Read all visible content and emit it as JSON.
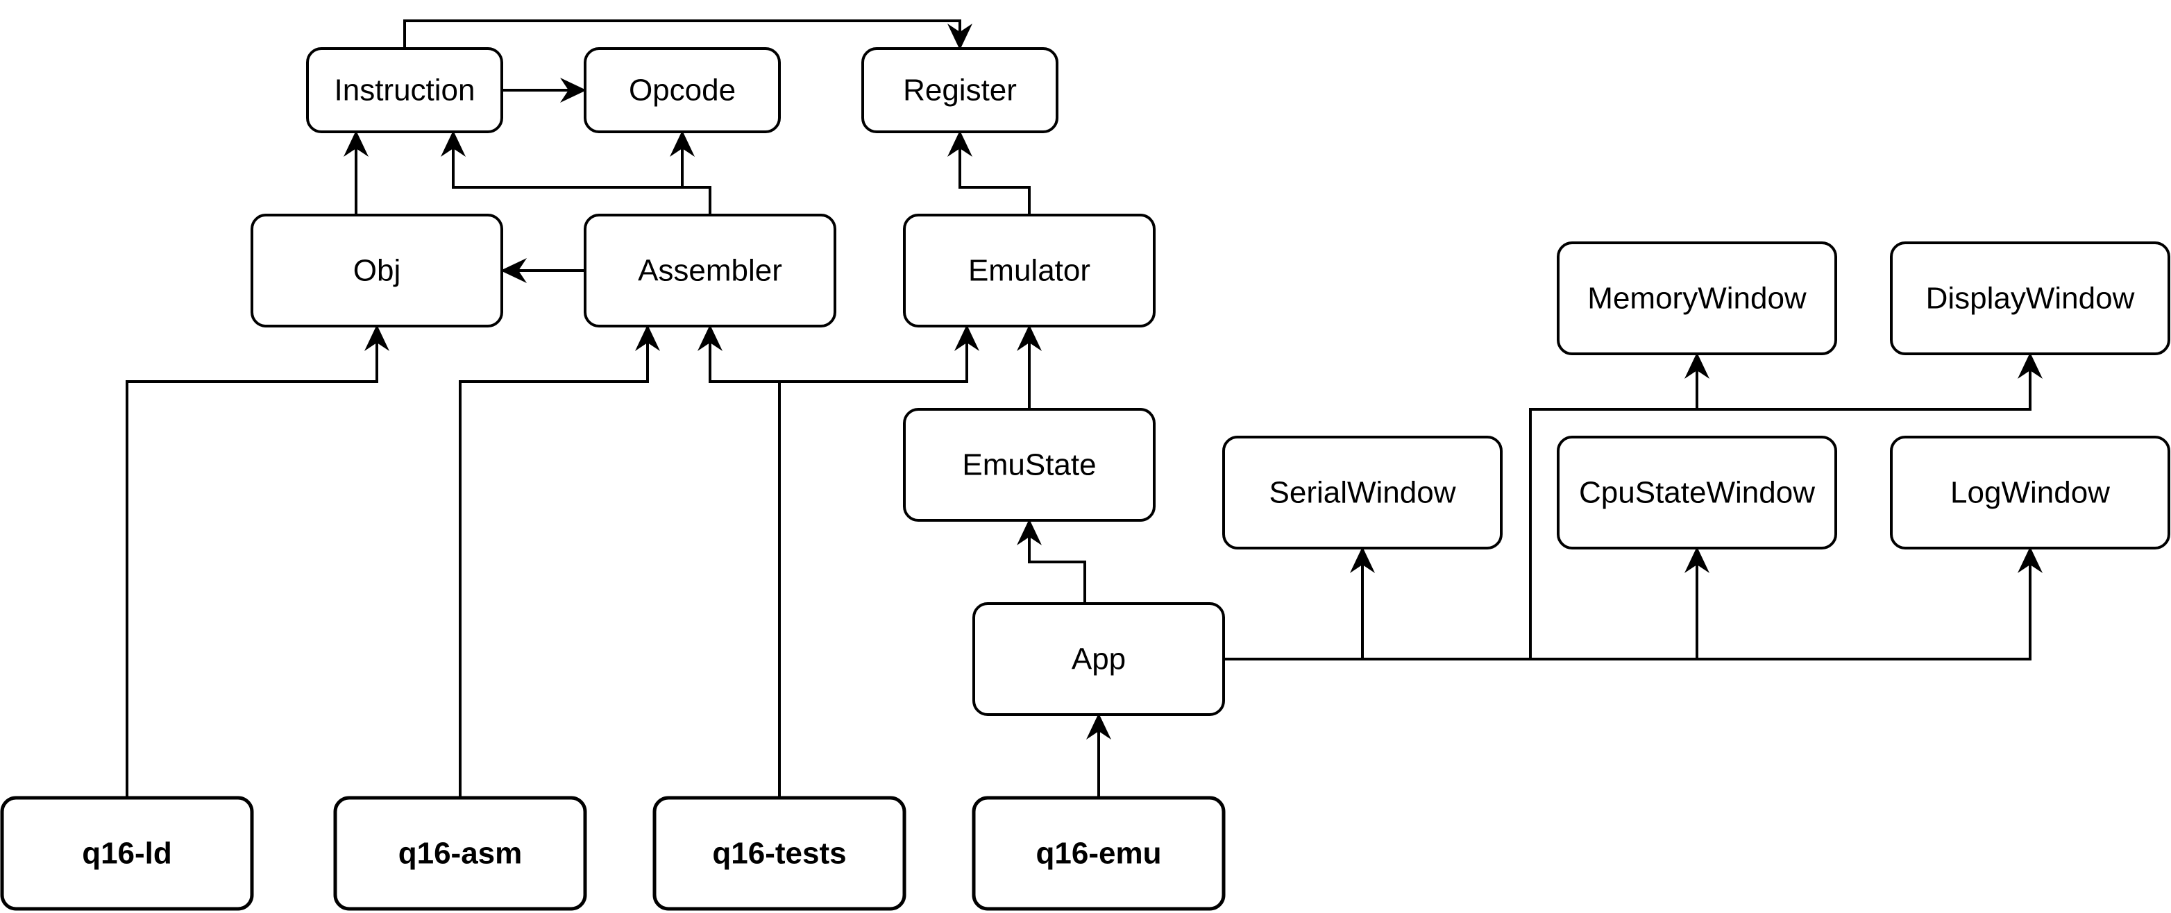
{
  "diagram": {
    "nodes": [
      {
        "id": "instruction",
        "label": "Instruction",
        "bold": false
      },
      {
        "id": "opcode",
        "label": "Opcode",
        "bold": false
      },
      {
        "id": "register",
        "label": "Register",
        "bold": false
      },
      {
        "id": "obj",
        "label": "Obj",
        "bold": false
      },
      {
        "id": "assembler",
        "label": "Assembler",
        "bold": false
      },
      {
        "id": "emulator",
        "label": "Emulator",
        "bold": false
      },
      {
        "id": "memorywindow",
        "label": "MemoryWindow",
        "bold": false
      },
      {
        "id": "displaywindow",
        "label": "DisplayWindow",
        "bold": false
      },
      {
        "id": "emustate",
        "label": "EmuState",
        "bold": false
      },
      {
        "id": "serialwindow",
        "label": "SerialWindow",
        "bold": false
      },
      {
        "id": "cpustatewindow",
        "label": "CpuStateWindow",
        "bold": false
      },
      {
        "id": "logwindow",
        "label": "LogWindow",
        "bold": false
      },
      {
        "id": "app",
        "label": "App",
        "bold": false
      },
      {
        "id": "q16-ld",
        "label": "q16-ld",
        "bold": true
      },
      {
        "id": "q16-asm",
        "label": "q16-asm",
        "bold": true
      },
      {
        "id": "q16-tests",
        "label": "q16-tests",
        "bold": true
      },
      {
        "id": "q16-emu",
        "label": "q16-emu",
        "bold": true
      }
    ],
    "edges": [
      {
        "from": "instruction",
        "to": "register"
      },
      {
        "from": "instruction",
        "to": "opcode"
      },
      {
        "from": "obj",
        "to": "instruction"
      },
      {
        "from": "assembler",
        "to": "instruction"
      },
      {
        "from": "assembler",
        "to": "opcode"
      },
      {
        "from": "emulator",
        "to": "register"
      },
      {
        "from": "assembler",
        "to": "obj"
      },
      {
        "from": "emustate",
        "to": "emulator"
      },
      {
        "from": "app",
        "to": "emustate"
      },
      {
        "from": "app",
        "to": "serialwindow"
      },
      {
        "from": "app",
        "to": "cpustatewindow"
      },
      {
        "from": "app",
        "to": "logwindow"
      },
      {
        "from": "app",
        "to": "memorywindow"
      },
      {
        "from": "app",
        "to": "displaywindow"
      },
      {
        "from": "q16-ld",
        "to": "obj"
      },
      {
        "from": "q16-asm",
        "to": "assembler"
      },
      {
        "from": "q16-tests",
        "to": "assembler"
      },
      {
        "from": "q16-tests",
        "to": "emulator"
      },
      {
        "from": "q16-emu",
        "to": "app"
      }
    ]
  }
}
